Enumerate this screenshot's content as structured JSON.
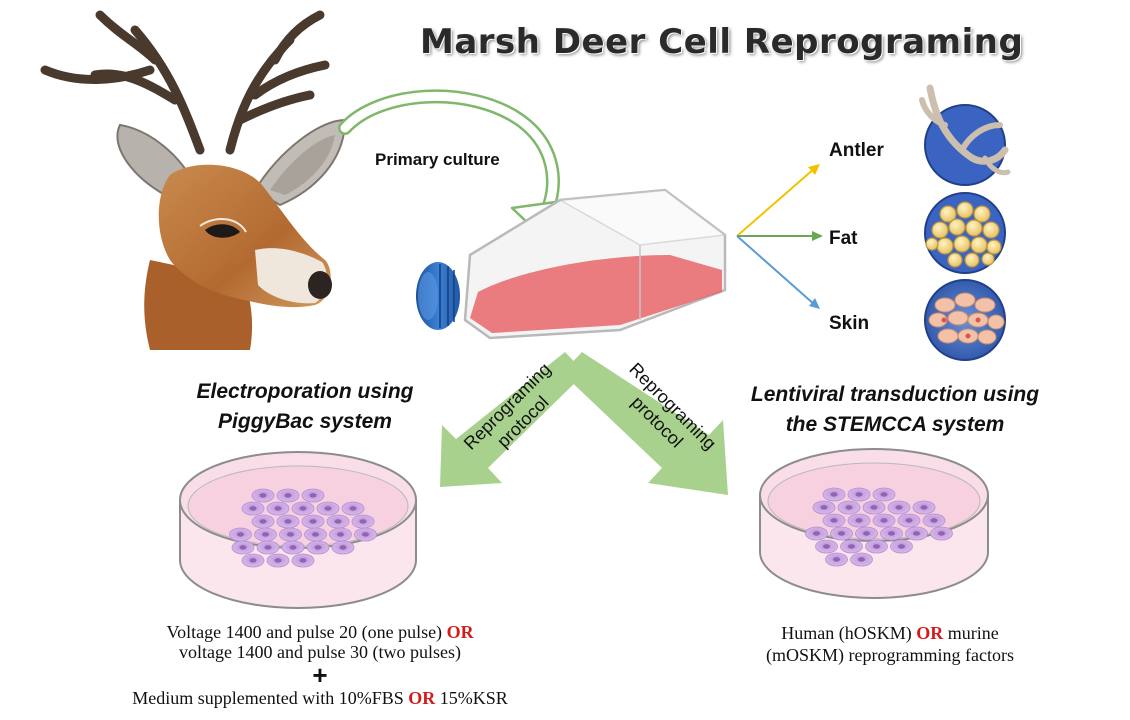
{
  "title": "Marsh Deer Cell Reprograming",
  "primary_culture_label": "Primary culture",
  "tissues": {
    "antler": "Antler",
    "fat": "Fat",
    "skin": "Skin"
  },
  "arrows": {
    "left_line1": "Reprograming",
    "left_line2": "protocol",
    "right_line1": "Reprograming",
    "right_line2": "protocol"
  },
  "left_method": {
    "line1": "Electroporation using",
    "line2": "PiggyBac system"
  },
  "right_method": {
    "line1": "Lentiviral transduction using",
    "line2": "the STEMCCA system"
  },
  "left_conditions": {
    "line1_a": "Voltage 1400 and pulse 20 (one pulse)",
    "line1_or": "OR",
    "line2": "voltage 1400 and pulse 30  (two pulses)",
    "plus": "+",
    "line3_a": "Medium supplemented with 10%FBS",
    "line3_or": "OR",
    "line3_b": "15%KSR"
  },
  "right_conditions": {
    "line1_a": "Human (hOSKM)",
    "line1_or": "OR",
    "line1_b": "murine",
    "line2": "(mOSKM) reprogramming factors"
  },
  "colors": {
    "accent_red": "#d21c1c",
    "arrow_green": "#a9d18e",
    "antler_arrow": "#f2c200",
    "fat_arrow": "#6aa84f",
    "skin_arrow": "#5b9bd5",
    "flask_medium": "#e8656a",
    "flask_cap": "#2f6fc4",
    "dish_medium": "#f7d5e1",
    "cell": "#c9a3e0"
  }
}
